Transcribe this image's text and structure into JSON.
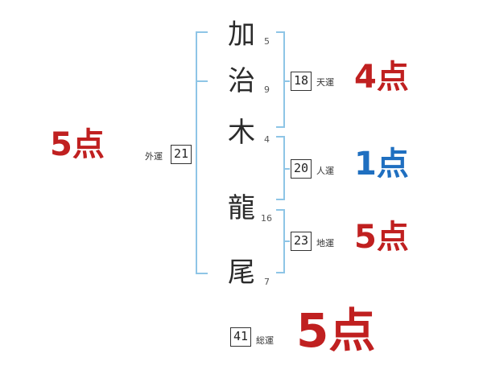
{
  "name": {
    "characters": [
      {
        "char": "加",
        "strokes": "5"
      },
      {
        "char": "治",
        "strokes": "9"
      },
      {
        "char": "木",
        "strokes": "4"
      },
      {
        "char": "龍",
        "strokes": "16"
      },
      {
        "char": "尾",
        "strokes": "7"
      }
    ]
  },
  "fortunes": {
    "gaiun": {
      "label": "外運",
      "value": "21",
      "score": "5点"
    },
    "tenun": {
      "label": "天運",
      "value": "18",
      "score": "4点"
    },
    "jinun": {
      "label": "人運",
      "value": "20",
      "score": "1点"
    },
    "chiun": {
      "label": "地運",
      "value": "23",
      "score": "5点"
    },
    "souun": {
      "label": "総運",
      "value": "41",
      "score": "5点"
    }
  },
  "colors": {
    "bracket": "#8ec5e6",
    "score_red": "#c02020",
    "score_blue": "#1f6fc0"
  }
}
